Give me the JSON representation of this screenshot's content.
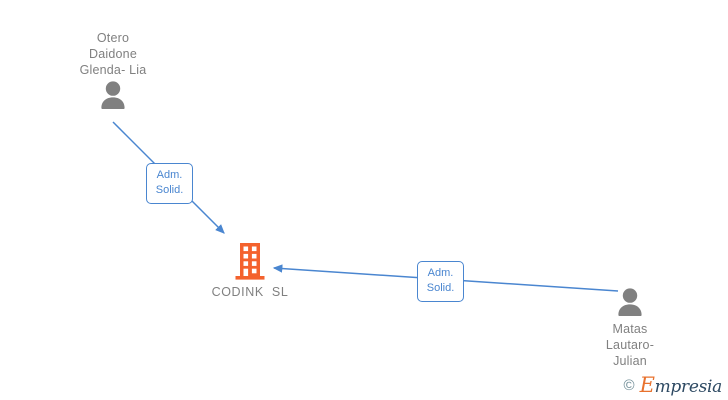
{
  "diagram": {
    "type": "company-relationship-graph",
    "background_color": "#ffffff",
    "edge_color": "#4a86d0",
    "person_color": "#808080",
    "company_color": "#f4622d"
  },
  "company": {
    "name": "CODINK  SL",
    "icon": "building-icon"
  },
  "people": [
    {
      "id": "person-left",
      "name": "Otero\nDaidone\nGlenda- Lia",
      "icon": "person-icon"
    },
    {
      "id": "person-right",
      "name": "Matas\nLautaro-\nJulian",
      "icon": "person-icon"
    }
  ],
  "relations": [
    {
      "id": "relation-left",
      "label": "Adm.\nSolid.",
      "from": "person-left",
      "to": "company"
    },
    {
      "id": "relation-right",
      "label": "Adm.\nSolid.",
      "from": "person-right",
      "to": "company"
    }
  ],
  "watermark": {
    "copyright": "©",
    "brand_initial": "E",
    "brand_rest": "mpresia"
  }
}
